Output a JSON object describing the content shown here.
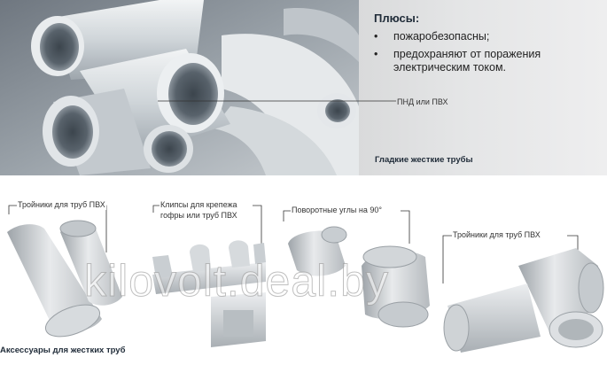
{
  "info": {
    "plus_title": "Плюсы:",
    "bullets": [
      {
        "dot": "•",
        "text": "пожаробезопасны;"
      },
      {
        "dot": "•",
        "text": "предохраняют от поражения электрическим током."
      }
    ],
    "material_label": "ПНД или ПВХ",
    "photo_caption": "Гладкие жесткие трубы"
  },
  "accessories": {
    "tees_left": "Тройники для труб ПВХ",
    "clips_line1": "Клипсы для крепежа",
    "clips_line2": "гофры или труб ПВХ",
    "elbows": "Поворотные углы на 90°",
    "tees_right": "Тройники для труб ПВХ",
    "section_title": "Аксессуары для жестких труб"
  },
  "watermark": "kilovolt.deal.by",
  "colors": {
    "text_dark": "#1f2b38",
    "pipe_gray": "#c8cdd1"
  }
}
